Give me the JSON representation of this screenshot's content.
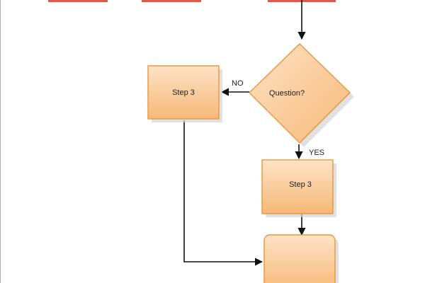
{
  "diagram": {
    "type": "flowchart",
    "colors": {
      "node_fill_light": "#fde3c6",
      "node_fill_dark": "#f7b877",
      "node_stroke": "#e8963d",
      "top_accent": "#e05a47",
      "connector": "#111111",
      "shadow": "#cfcfcf"
    },
    "nodes": {
      "decision": {
        "label": "Question?"
      },
      "step_left": {
        "label": "Step 3"
      },
      "step_yes": {
        "label": "Step 3"
      },
      "step_bottom": {
        "label": ""
      }
    },
    "edges": {
      "no_label": "NO",
      "yes_label": "YES"
    }
  }
}
